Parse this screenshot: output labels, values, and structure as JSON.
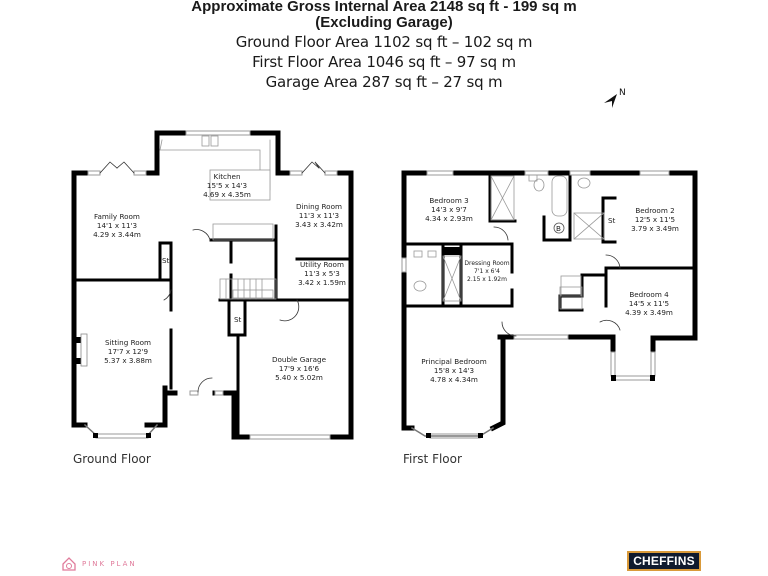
{
  "header": {
    "title_line1": "Approximate Gross Internal Area 2148 sq ft - 199 sq m",
    "title_line2": "(Excluding Garage)",
    "ground_floor_area": "Ground Floor Area 1102 sq ft – 102 sq m",
    "first_floor_area": "First Floor Area 1046 sq ft – 97 sq m",
    "garage_area": "Garage Area 287 sq ft – 27 sq m"
  },
  "compass": {
    "label": "N",
    "icon": "north-arrow-icon"
  },
  "ground_floor": {
    "label": "Ground Floor",
    "rooms": [
      {
        "name": "Kitchen",
        "imperial": "15'5 x 14'3",
        "metric": "4.69 x 4.35m"
      },
      {
        "name": "Family Room",
        "imperial": "14'1 x 11'3",
        "metric": "4.29 x 3.44m"
      },
      {
        "name": "Dining Room",
        "imperial": "11'3 x 11'3",
        "metric": "3.43 x 3.42m"
      },
      {
        "name": "Utility Room",
        "imperial": "11'3 x 5'3",
        "metric": "3.42 x 1.59m"
      },
      {
        "name": "Sitting Room",
        "imperial": "17'7 x 12'9",
        "metric": "5.37 x 3.88m"
      },
      {
        "name": "Double Garage",
        "imperial": "17'9 x 16'6",
        "metric": "5.40 x 5.02m"
      }
    ],
    "storage_labels": [
      "St",
      "St"
    ]
  },
  "first_floor": {
    "label": "First Floor",
    "rooms": [
      {
        "name": "Bedroom 3",
        "imperial": "14'3 x 9'7",
        "metric": "4.34 x 2.93m"
      },
      {
        "name": "Bedroom 2",
        "imperial": "12'5 x 11'5",
        "metric": "3.79 x 3.49m"
      },
      {
        "name": "Dressing Room",
        "imperial": "7'1 x 6'4",
        "metric": "2.15 x 1.92m"
      },
      {
        "name": "Bedroom 4",
        "imperial": "14'5 x 11'5",
        "metric": "4.39 x 3.49m"
      },
      {
        "name": "Principal Bedroom",
        "imperial": "15'8 x 14'3",
        "metric": "4.78 x 4.34m"
      }
    ],
    "storage_labels": [
      "St"
    ],
    "boiler_label": "B"
  },
  "branding": {
    "pink_plan": "PINK PLAN",
    "pink_color": "#e07b9b",
    "agent": "CHEFFINS",
    "agent_bg": "#0f1a2e",
    "agent_border": "#d99a3a"
  }
}
